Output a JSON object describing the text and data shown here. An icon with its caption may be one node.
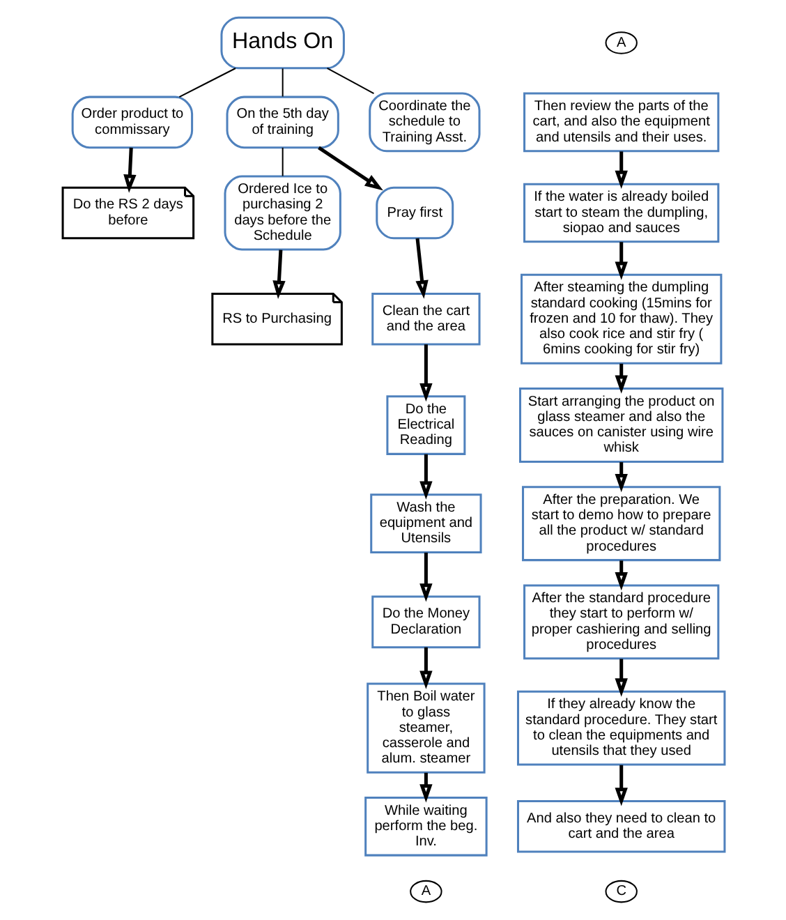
{
  "diagram": {
    "nodes": [
      {
        "text": [
          "Hands On"
        ]
      },
      {
        "text": [
          "Order product to commissary"
        ]
      },
      {
        "text": [
          "On the 5th day of training"
        ]
      },
      {
        "text": [
          "Coordinate the schedule to Training Asst."
        ]
      },
      {
        "text": [
          "Do the RS 2 days before"
        ]
      },
      {
        "text": [
          "Ordered Ice to purchasing 2 days before the Schedule"
        ]
      },
      {
        "text": [
          "Pray first"
        ]
      },
      {
        "text": [
          "RS to Purchasing"
        ]
      },
      {
        "text": [
          "Clean the cart and the area"
        ]
      },
      {
        "text": [
          "Do the Electrical Reading"
        ]
      },
      {
        "text": [
          "Wash the equipment and Utensils"
        ]
      },
      {
        "text": [
          "Do the Money Declaration"
        ]
      },
      {
        "text": [
          "Then Boil water to glass steamer, casserole and alum. steamer"
        ]
      },
      {
        "text": [
          "While waiting perform the beg. Inv."
        ]
      },
      {
        "text": [
          "A"
        ]
      },
      {
        "text": [
          "A"
        ]
      },
      {
        "text": [
          "Then review the parts of the cart, and also the equipment and utensils and their uses."
        ]
      },
      {
        "text": [
          "If the water is already boiled start to steam the dumpling, siopao and sauces"
        ]
      },
      {
        "text": [
          "After steaming the dumpling standard cooking (15mins for frozen and 10 for thaw). They also cook rice and stir fry ( 6mins cooking for stir fry)"
        ]
      },
      {
        "text": [
          "Start arranging the product on glass steamer and also the sauces on canister using wire whisk"
        ]
      },
      {
        "text": [
          "After the preparation. We start to demo how to prepare all the product w/ standard procedures"
        ]
      },
      {
        "text": [
          "After the standard procedure they start to perform w/ proper cashiering and selling procedures"
        ]
      },
      {
        "text": [
          "If they already know the standard procedure. They start to clean the equipments and utensils that they used"
        ]
      },
      {
        "text": [
          "And also they need to clean to cart and the area"
        ]
      },
      {
        "text": [
          "C"
        ]
      }
    ],
    "edges": [
      {
        "from": 0,
        "to": 1,
        "arrow": "none"
      },
      {
        "from": 0,
        "to": 2,
        "arrow": "none"
      },
      {
        "from": 0,
        "to": 3,
        "arrow": "none"
      },
      {
        "from": 1,
        "to": 4,
        "arrow": "to"
      },
      {
        "from": 2,
        "to": 5,
        "arrow": "none"
      },
      {
        "from": 2,
        "to": 6,
        "arrow": "to"
      },
      {
        "from": 5,
        "to": 7,
        "arrow": "to"
      },
      {
        "from": 6,
        "to": 8,
        "arrow": "to"
      },
      {
        "from": 8,
        "to": 9,
        "arrow": "to"
      },
      {
        "from": 9,
        "to": 10,
        "arrow": "to"
      },
      {
        "from": 10,
        "to": 11,
        "arrow": "to"
      },
      {
        "from": 11,
        "to": 12,
        "arrow": "to"
      },
      {
        "from": 12,
        "to": 13,
        "arrow": "to"
      },
      {
        "from": 16,
        "to": 17,
        "arrow": "to"
      },
      {
        "from": 17,
        "to": 18,
        "arrow": "to"
      },
      {
        "from": 18,
        "to": 19,
        "arrow": "to"
      },
      {
        "from": 19,
        "to": 20,
        "arrow": "to"
      },
      {
        "from": 20,
        "to": 21,
        "arrow": "to"
      },
      {
        "from": 21,
        "to": 22,
        "arrow": "to"
      },
      {
        "from": 22,
        "to": 23,
        "arrow": "to"
      }
    ]
  }
}
